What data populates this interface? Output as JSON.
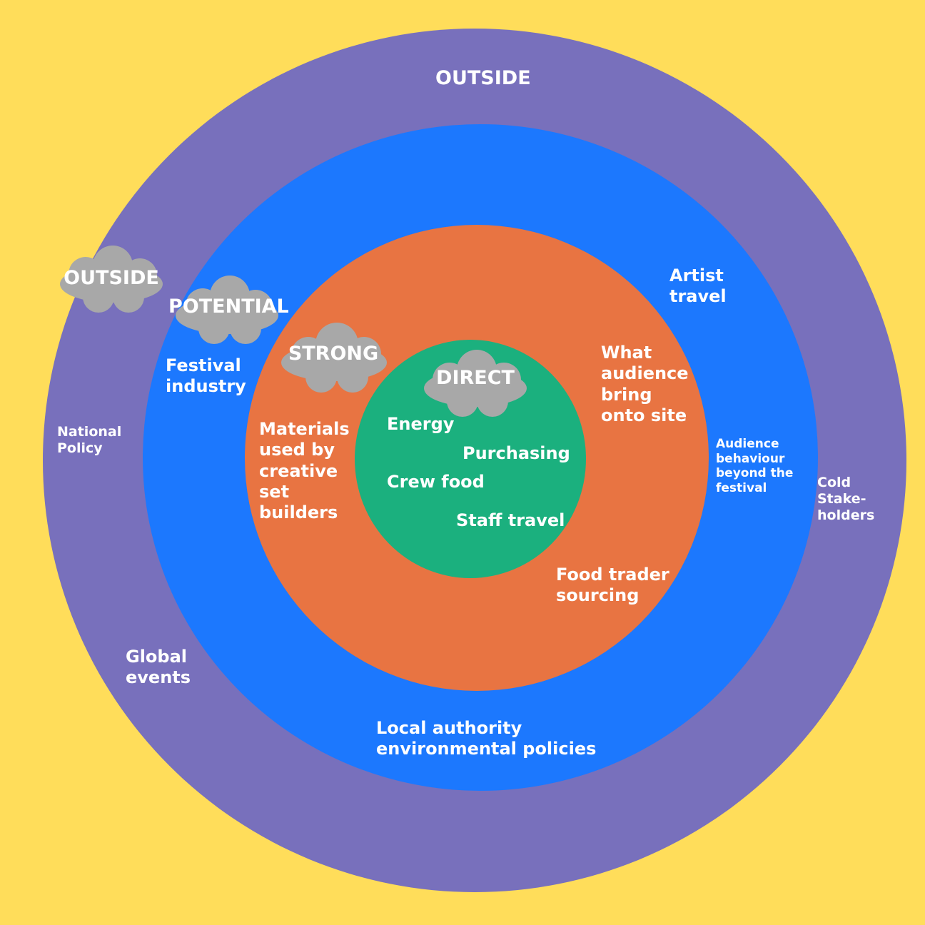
{
  "colors": {
    "background": "#FFDD5A",
    "outside_ring": "#7870BC",
    "potential_ring": "#1C78FE",
    "strong_ring": "#E87442",
    "direct_ring": "#1BB07E",
    "cloud": "#A8A8A8",
    "text": "#FFFFFF"
  },
  "outside": {
    "title": "OUTSIDE",
    "items": {
      "national_policy": "National\nPolicy",
      "global_events": "Global\nevents",
      "cold_stakeholders": "Cold\nStake-\nholders"
    }
  },
  "potential": {
    "items": {
      "festival_industry": "Festival\nindustry",
      "artist_travel": "Artist\ntravel",
      "audience_behaviour": "Audience\nbehaviour\nbeyond the\nfestival",
      "local_authority": "Local authority\nenvironmental policies"
    }
  },
  "strong": {
    "items": {
      "materials": "Materials\nused by\ncreative\nset\nbuilders",
      "audience_bring": "What\naudience\nbring\nonto site",
      "food_trader": "Food trader\nsourcing"
    }
  },
  "direct": {
    "items": {
      "energy": "Energy",
      "purchasing": "Purchasing",
      "crew_food": "Crew food",
      "staff_travel": "Staff travel"
    }
  },
  "legend_clouds": {
    "outside": "OUTSIDE",
    "potential": "POTENTIAL",
    "strong": "STRONG",
    "direct": "DIRECT"
  }
}
